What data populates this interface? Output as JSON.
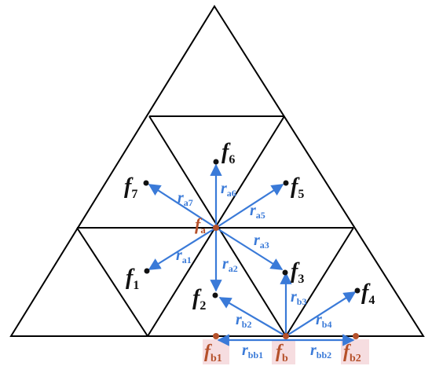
{
  "points": {
    "f1": {
      "main": "f",
      "sub": "1"
    },
    "f2": {
      "main": "f",
      "sub": "2"
    },
    "f3": {
      "main": "f",
      "sub": "3"
    },
    "f4": {
      "main": "f",
      "sub": "4"
    },
    "f5": {
      "main": "f",
      "sub": "5"
    },
    "f6": {
      "main": "f",
      "sub": "6"
    },
    "f7": {
      "main": "f",
      "sub": "7"
    },
    "fa": {
      "main": "f",
      "sub": "a"
    },
    "fb": {
      "main": "f",
      "sub": "b"
    },
    "fb1": {
      "main": "f",
      "sub": "b1"
    },
    "fb2": {
      "main": "f",
      "sub": "b2"
    }
  },
  "vectors": {
    "ra1": {
      "main": "r",
      "sub": "a1"
    },
    "ra2": {
      "main": "r",
      "sub": "a2"
    },
    "ra3": {
      "main": "r",
      "sub": "a3"
    },
    "ra5": {
      "main": "r",
      "sub": "a5"
    },
    "ra6": {
      "main": "r",
      "sub": "a6"
    },
    "ra7": {
      "main": "r",
      "sub": "a7"
    },
    "rb2": {
      "main": "r",
      "sub": "b2"
    },
    "rb3": {
      "main": "r",
      "sub": "b3"
    },
    "rb4": {
      "main": "r",
      "sub": "b4"
    },
    "rbb1": {
      "main": "r",
      "sub": "bb1"
    },
    "rbb2": {
      "main": "r",
      "sub": "bb2"
    }
  },
  "colors": {
    "edges": "#000000",
    "vectors": "#3a7ad8",
    "boundary_points": "#b5502a",
    "boundary_highlight": "#f6dde0"
  }
}
